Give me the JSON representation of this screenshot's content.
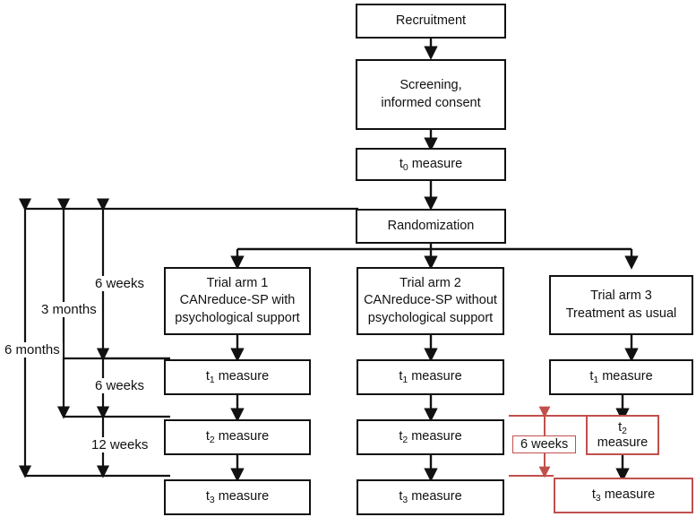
{
  "diagram": {
    "title": "CANreduce-SP randomized controlled trial flow chart",
    "type": "flowchart",
    "accent_black": "#111111",
    "accent_red": "#C0504D",
    "background": "#FFFFFF"
  },
  "nodes": {
    "recruitment": "Recruitment",
    "screening_line1": "Screening,",
    "screening_line2": "informed consent",
    "t0": "t0 measure",
    "randomization": "Randomization",
    "arm1_line1": "Trial arm 1",
    "arm1_line2": "CANreduce-SP with",
    "arm1_line3": "psychological support",
    "arm2_line1": "Trial arm 2",
    "arm2_line2": "CANreduce-SP without",
    "arm2_line3": "psychological support",
    "arm3_line1": "Trial arm 3",
    "arm3_line2": "Treatment as usual",
    "arm1_t1": "t1 measure",
    "arm1_t2": "t2 measure",
    "arm1_t3": "t3 measure",
    "arm2_t1": "t1 measure",
    "arm2_t2": "t2 measure",
    "arm2_t3": "t3 measure",
    "arm3_t1": "t1 measure",
    "arm3_t2_line1": "t2",
    "arm3_t2_line2": "measure",
    "arm3_t3": "t3 measure"
  },
  "interval_labels": {
    "six_months": "6 months",
    "three_months": "3 months",
    "six_weeks_top": "6 weeks",
    "six_weeks_mid": "6 weeks",
    "twelve_weeks": "12 weeks",
    "six_weeks_red": "6 weeks"
  }
}
